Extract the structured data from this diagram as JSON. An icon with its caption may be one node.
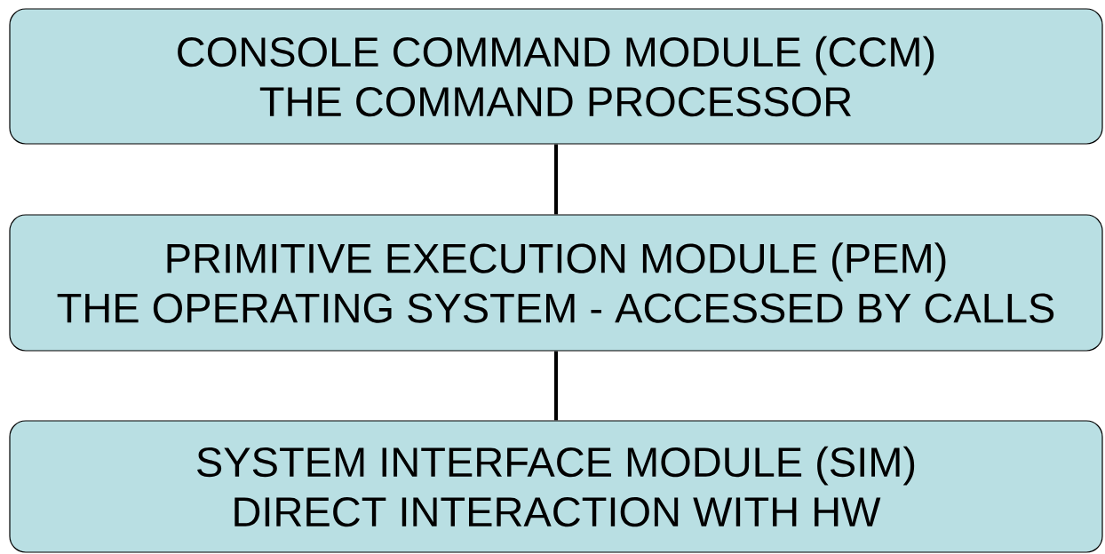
{
  "diagram": {
    "nodes": [
      {
        "text": [
          "CONSOLE COMMAND MODULE (CCM)",
          "THE COMMAND PROCESSOR"
        ]
      },
      {
        "text": [
          "PRIMITIVE EXECUTION MODULE (PEM)",
          "THE OPERATING SYSTEM - ACCESSED BY CALLS"
        ]
      },
      {
        "text": [
          "SYSTEM INTERFACE MODULE (SIM)",
          "DIRECT INTERACTION WITH HW"
        ]
      }
    ],
    "edges": [
      {
        "from": 0,
        "to": 1,
        "arrow": "none"
      },
      {
        "from": 1,
        "to": 2,
        "arrow": "none"
      }
    ]
  }
}
